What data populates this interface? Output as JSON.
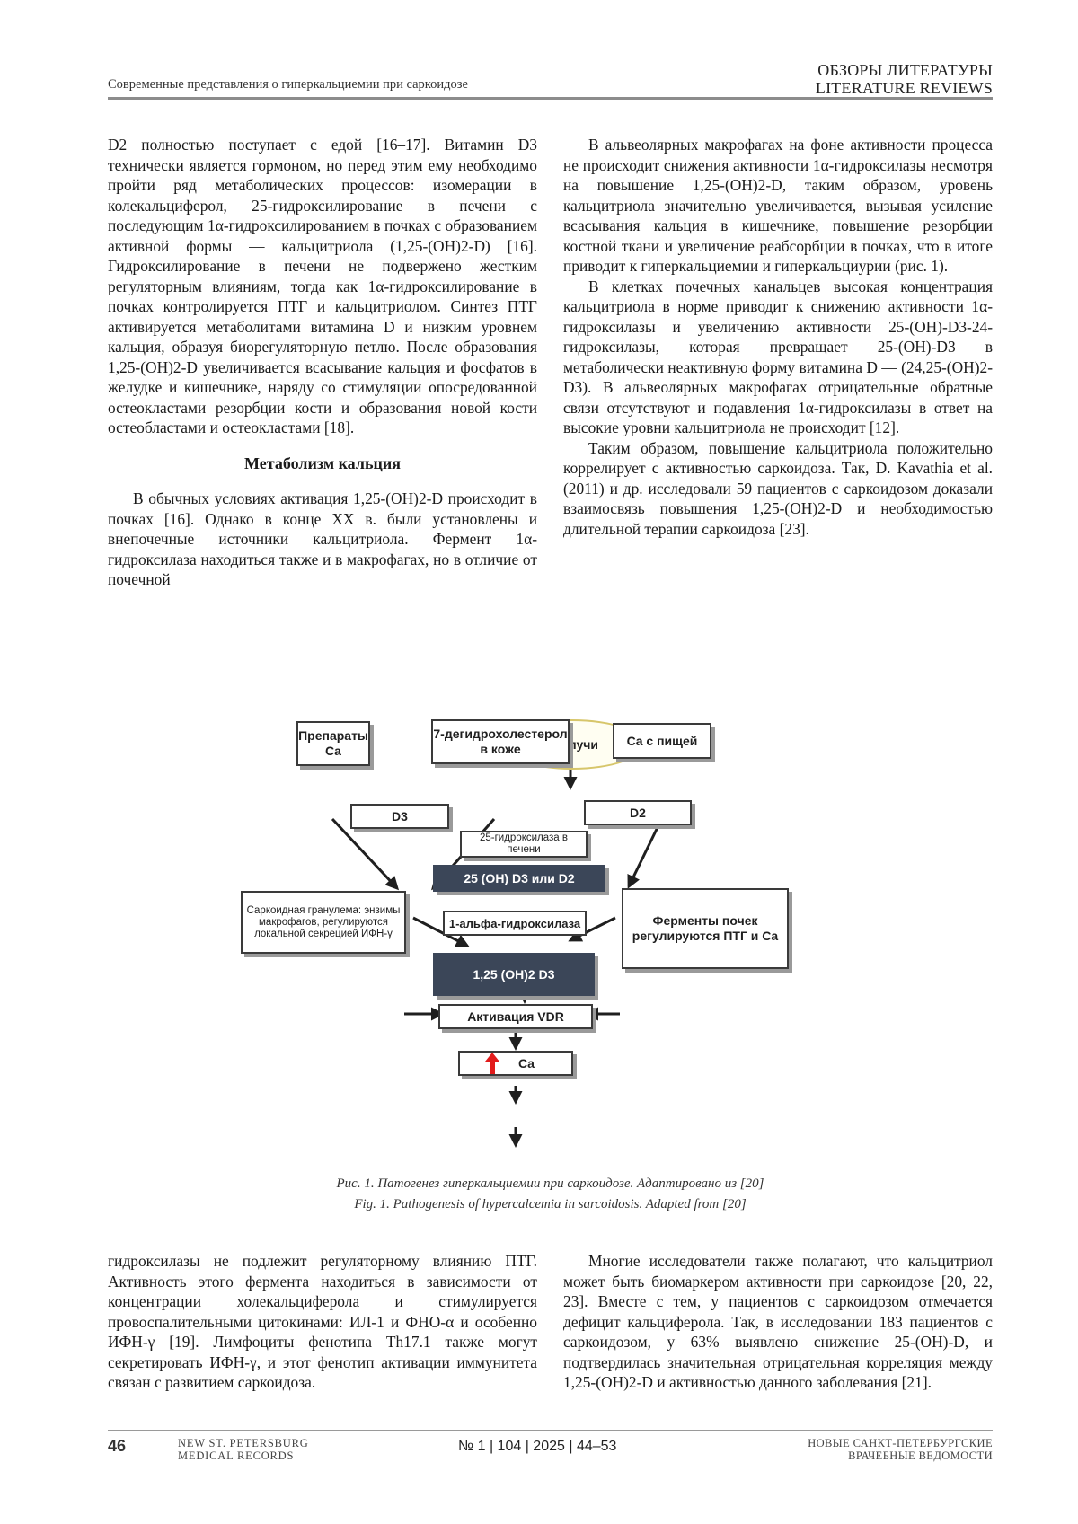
{
  "header": {
    "left": "Современные представления о гиперкальциемии при саркоидозе",
    "right_line1": "ОБЗОРЫ ЛИТЕРАТУРЫ",
    "right_line2": "LITERATURE REVIEWS"
  },
  "col1": {
    "p1": "D2 полностью поступает с едой [16–17]. Витамин D3 технически является гормоном, но перед этим ему необходимо пройти ряд метаболических процессов: изомерации в колекальциферол, 25-гидроксилирование в печени с последующим 1α-гидроксилированием в почках с образованием активной формы — кальцитриола (1,25-(OH)2-D) [16]. Гидроксилирование в печени не подвержено жестким регуляторным влияниям, тогда как 1α-гидроксилирование в почках контролируется ПТГ и кальцитриолом. Синтез ПТГ активируется метаболитами витамина D и низким уровнем кальция, образуя биорегуляторную петлю. После образования 1,25-(OH)2-D увеличивается всасывание кальция и фосфатов в желудке и кишечнике, наряду со стимуляции опосредованной остеокластами резорбции кости и образования новой кости остеобластами и остеокластами [18].",
    "heading": "Метаболизм кальция",
    "p2": "В обычных условиях активация 1,25-(OH)2-D происходит в почках [16]. Однако в конце XX в. были установлены и внепочечные источники кальцитриола. Фермент 1α-гидроксилаза находиться также и в макрофагах, но в отличие от почечной"
  },
  "col2": {
    "p1": "В альвеолярных макрофагах на фоне активности процесса не происходит снижения активности 1α-гидроксилазы несмотря на повышение 1,25-(OH)2-D, таким образом, уровень кальцитриола значительно увеличивается, вызывая усиление всасывания кальция в кишечнике, повышение резорбции костной ткани и увеличение реабсорбции в почках, что в итоге приводит к гиперкальциемии и гиперкальциурии (рис. 1).",
    "p2": "В клетках почечных канальцев высокая концентрация кальцитриола в норме приводит к снижению активности 1α-гидроксилазы и увеличению активности 25-(OH)-D3-24-гидроксилазы, которая превращает 25-(OH)-D3 в метаболически неактивную форму витамина D — (24,25-(OH)2-D3). В альвеолярных макрофагах отрицательные обратные связи отсутствуют и подавления 1α-гидроксилазы в ответ на высокие уровни кальцитриола не происходит [12].",
    "p3": "Таким образом, повышение кальцитриола положительно коррелирует с активностью саркоидоза. Так, D. Kavathia et al. (2011) и др. исследовали 59 пациентов с саркоидозом доказали взаимосвязь повышения 1,25-(OH)2-D и необходимостью длительной терапии саркоидоза [23]."
  },
  "figure": {
    "uv": "УФ-лучи",
    "prep": "Препараты Ca",
    "dehydro": "7-дегидрохолестерол в коже",
    "ca_food": "Ca с пищей",
    "d3": "D3",
    "d2": "D2",
    "hydroxylase25": "25-гидроксилаза в печени",
    "oh25": "25 (OH) D3 или D2",
    "granuloma": "Саркоидная гранулема: энзимы макрофагов, регулируются локальной секрецией ИФН-γ",
    "alpha": "1-альфа-гидроксилаза",
    "kidney": "Ферменты почек регулируются ПТГ и Ca",
    "oh125": "1,25 (OH)2 D3",
    "vdr": "Активация VDR",
    "ca": "Ca"
  },
  "caption": {
    "ru": "Рис. 1. Патогенез гиперкальциемии при саркоидозе. Адаптировано из [20]",
    "en": "Fig. 1. Pathogenesis of hypercalcemia in sarcoidosis. Adapted from [20]"
  },
  "col3": {
    "p1": "гидроксилазы не подлежит регуляторному влиянию ПТГ. Активность этого фермента находиться в зависимости от концентрации холекальциферола и стимулируется провоспалительными цитокинами: ИЛ-1 и ФНО-α и особенно ИФН-γ [19]. Лимфоциты фенотипа Th17.1 также могут секретировать ИФН-γ, и этот фенотип активации иммунитета связан с развитием саркоидоза."
  },
  "col4": {
    "p1": "Многие исследователи также полагают, что кальцитриол может быть биомаркером активности при саркоидозе [20, 22, 23]. Вместе с тем, у пациентов с саркоидозом отмечается дефицит кальциферола. Так, в исследовании 183 пациентов с саркоидозом, у 63% выявлено снижение 25-(OH)-D, и подтвердилась значительная отрицательная корреляция между 1,25-(OH)2-D и активностью данного заболевания [21]."
  },
  "footer": {
    "page_number": "46",
    "journal_en_line1": "NEW ST. PETERSBURG",
    "journal_en_line2": "MEDICAL RECORDS",
    "issue": "№ 1 | 104 | 2025 | 44–53",
    "journal_ru_line1": "НОВЫЕ САНКТ-ПЕТЕРБУРГСКИЕ",
    "journal_ru_line2": "ВРАЧЕБНЫЕ ВЕДОМОСТИ"
  },
  "colors": {
    "dark_box": "#3b4658",
    "uv_border": "#d7c66b",
    "red_arrow": "#e21b1b"
  }
}
